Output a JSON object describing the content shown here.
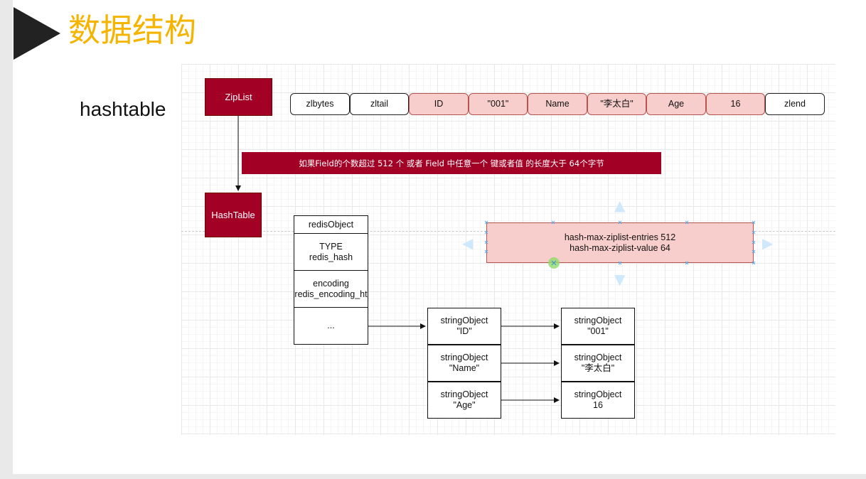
{
  "header": {
    "title": "数据结构"
  },
  "section": {
    "label": "hashtable"
  },
  "colors": {
    "accent": "#a20025",
    "title": "#f4b400",
    "pink": "#f8cecc",
    "pink_border": "#b85450"
  },
  "blocks": {
    "ziplist": "ZipList",
    "hashtable": "HashTable"
  },
  "ziplist_cells": [
    {
      "text": "zlbytes"
    },
    {
      "text": "zltail"
    },
    {
      "text": "ID"
    },
    {
      "text": "\"001\""
    },
    {
      "text": "Name"
    },
    {
      "text": "\"李太白\""
    },
    {
      "text": "Age"
    },
    {
      "text": "16"
    },
    {
      "text": "zlend"
    }
  ],
  "note": "如果Field的个数超过 512 个 或者 Field 中任意一个 键或者值 的长度大于 64个字节",
  "config": {
    "line1": "hash-max-ziplist-entries 512",
    "line2": "hash-max-ziplist-value 64"
  },
  "redis_object": {
    "header": "redisObject",
    "type_label": "TYPE",
    "type_value": "redis_hash",
    "encoding_label": "encoding",
    "encoding_value": "redis_encoding_ht",
    "more": "..."
  },
  "keys": [
    {
      "line1": "stringObject",
      "line2": "\"ID\""
    },
    {
      "line1": "stringObject",
      "line2": "\"Name\""
    },
    {
      "line1": "stringObject",
      "line2": "\"Age\""
    }
  ],
  "values": [
    {
      "line1": "stringObject",
      "line2": "\"001\""
    },
    {
      "line1": "stringObject",
      "line2": "\"李太白\""
    },
    {
      "line1": "stringObject",
      "line2": "16"
    }
  ]
}
